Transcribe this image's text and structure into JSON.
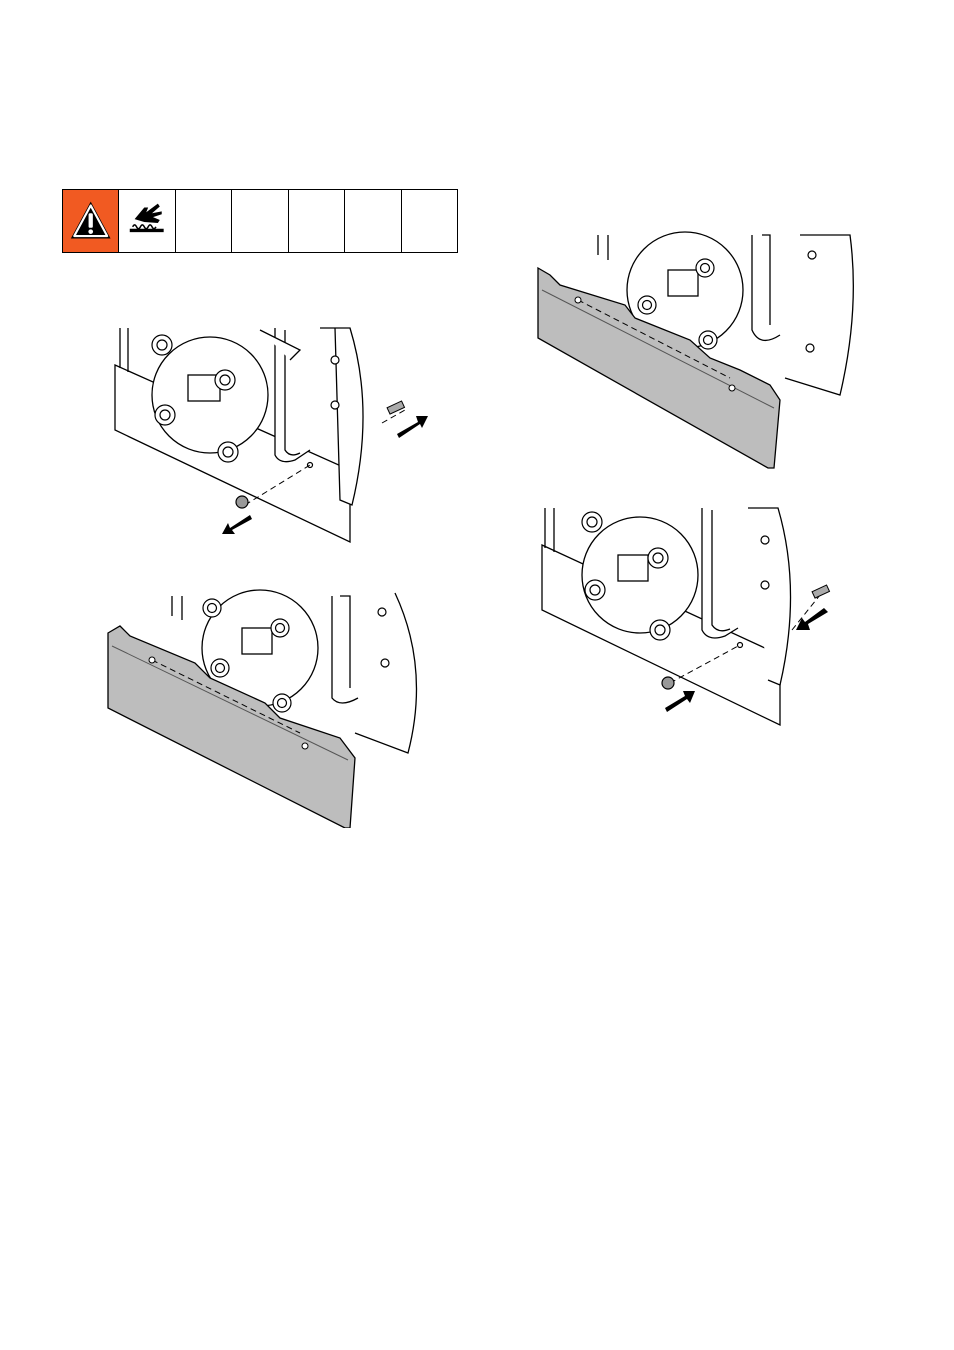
{
  "warning_table": {
    "alert_color": "#f15a22",
    "icons": [
      "warning-triangle-icon",
      "hot-surface-burn-icon"
    ],
    "empty_cells": 5
  },
  "figures": [
    {
      "name": "figure-remove-scraper-hardware",
      "icon": "outward-arrow-icon"
    },
    {
      "name": "figure-remove-scraper-blade",
      "icon": "scraper-blade-icon"
    },
    {
      "name": "figure-install-scraper-blade",
      "icon": "scraper-blade-icon"
    },
    {
      "name": "figure-install-scraper-hardware",
      "icon": "inward-arrow-icon"
    }
  ]
}
